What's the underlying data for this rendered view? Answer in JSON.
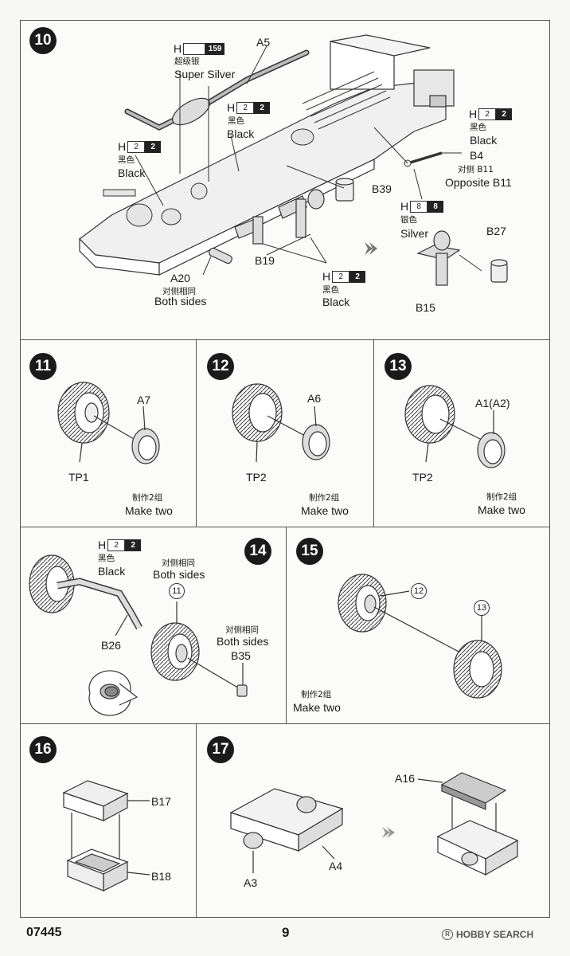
{
  "step10": {
    "number": "10",
    "a5": "A5",
    "super_silver_code": {
      "h": "H",
      "code": "159"
    },
    "super_silver_cn": "超级银",
    "super_silver_en": "Super Silver",
    "black_code_center": {
      "h": "H",
      "a": "2",
      "b": "2"
    },
    "black_cn_center": "黑色",
    "black_en_center": "Black",
    "black_code_left": {
      "h": "H",
      "a": "2",
      "b": "2"
    },
    "black_cn_left": "黑色",
    "black_en_left": "Black",
    "black_code_right": {
      "h": "H",
      "a": "2",
      "b": "2"
    },
    "black_cn_right": "黑色",
    "black_en_right": "Black",
    "b4": "B4",
    "opposite_cn": "对侧 B11",
    "opposite_en": "Opposite B11",
    "b39": "B39",
    "silver_code": {
      "h": "H",
      "a": "8",
      "b": "8"
    },
    "silver_cn": "银色",
    "silver_en": "Silver",
    "b27": "B27",
    "b19": "B19",
    "a20": "A20",
    "both_cn": "对侧相同",
    "both_en": "Both sides",
    "black_code_bottom": {
      "h": "H",
      "a": "2",
      "b": "2"
    },
    "black_cn_bottom": "黑色",
    "black_en_bottom": "Black",
    "b15": "B15"
  },
  "step11": {
    "number": "11",
    "part": "A7",
    "tire": "TP1",
    "make_cn": "制作2组",
    "make_en": "Make two"
  },
  "step12": {
    "number": "12",
    "part": "A6",
    "tire": "TP2",
    "make_cn": "制作2组",
    "make_en": "Make two"
  },
  "step13": {
    "number": "13",
    "part": "A1(A2)",
    "tire": "TP2",
    "make_cn": "制作2组",
    "make_en": "Make two"
  },
  "step14": {
    "number": "14",
    "black_code": {
      "h": "H",
      "a": "2",
      "b": "2"
    },
    "black_cn": "黑色",
    "black_en": "Black",
    "both_cn": "对侧相同",
    "both_en": "Both sides",
    "ref": "11",
    "b26": "B26",
    "both_cn2": "对侧相同",
    "both_en2": "Both sides",
    "b35": "B35"
  },
  "step15": {
    "number": "15",
    "ref1": "12",
    "ref2": "13",
    "make_cn": "制作2组",
    "make_en": "Make two"
  },
  "step16": {
    "number": "16",
    "b17": "B17",
    "b18": "B18"
  },
  "step17": {
    "number": "17",
    "a16": "A16",
    "a3": "A3",
    "a4": "A4"
  },
  "footer": {
    "code": "07445",
    "page": "9",
    "watermark": "HOBBY SEARCH"
  }
}
